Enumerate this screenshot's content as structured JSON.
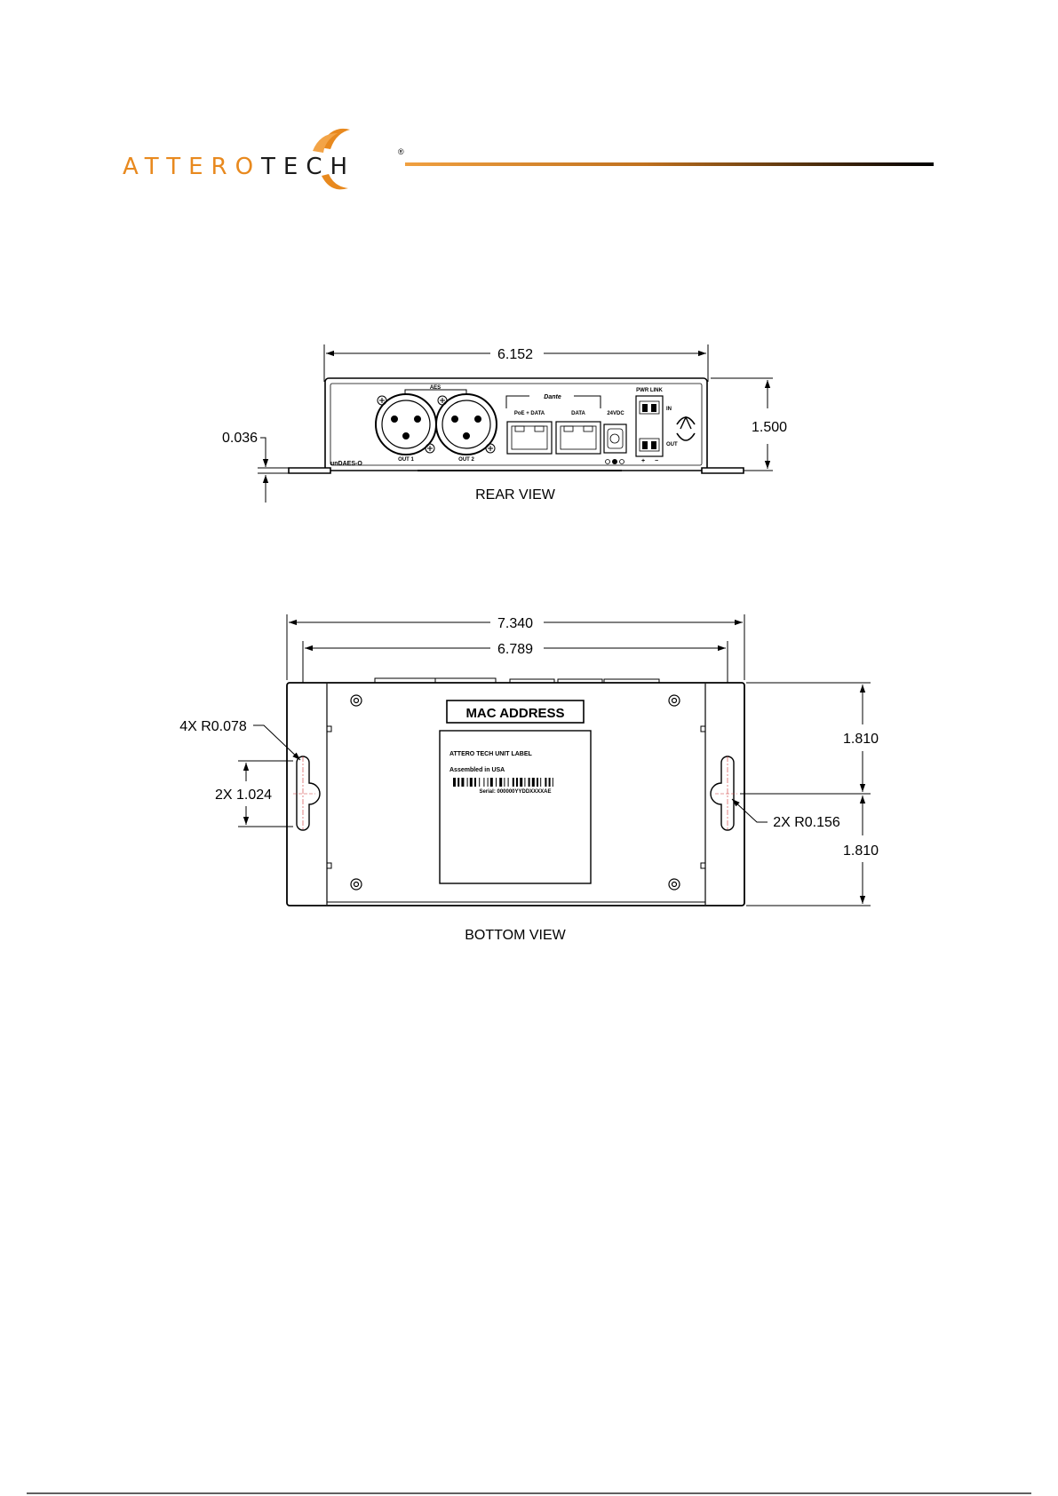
{
  "brand": {
    "name_part1": "ATTERO",
    "name_part2": "TECH",
    "registered_mark": "®",
    "colors": {
      "orange": "#e8891e",
      "dark": "#1a1a1a"
    }
  },
  "rear_view": {
    "caption": "REAR VIEW",
    "dim_width": "6.152",
    "dim_height": "1.500",
    "dim_flange": "0.036",
    "panel_labels": {
      "aes": "AES",
      "out1": "OUT 1",
      "out2": "OUT 2",
      "dante": "Dante",
      "poe_data": "PoE + DATA",
      "data": "DATA",
      "vdc": "24VDC",
      "pwr_link": "PWR LINK",
      "in": "IN",
      "out": "OUT",
      "plus": "+",
      "minus": "−",
      "model": "unDAES-O"
    }
  },
  "bottom_view": {
    "caption": "BOTTOM VIEW",
    "dim_overall": "7.340",
    "dim_slots": "6.789",
    "dim_upper": "1.810",
    "dim_lower": "1.810",
    "dim_slot_len": "2X 1.024",
    "callout_small_radius": "4X R0.078",
    "callout_large_radius": "2X R0.156",
    "mac_label": "MAC  ADDRESS",
    "unit_label": {
      "title": "ATTERO TECH UNIT LABEL",
      "assembled": "Assembled in USA",
      "serial": "Serial:  000000YYDDXXXXAE"
    }
  }
}
